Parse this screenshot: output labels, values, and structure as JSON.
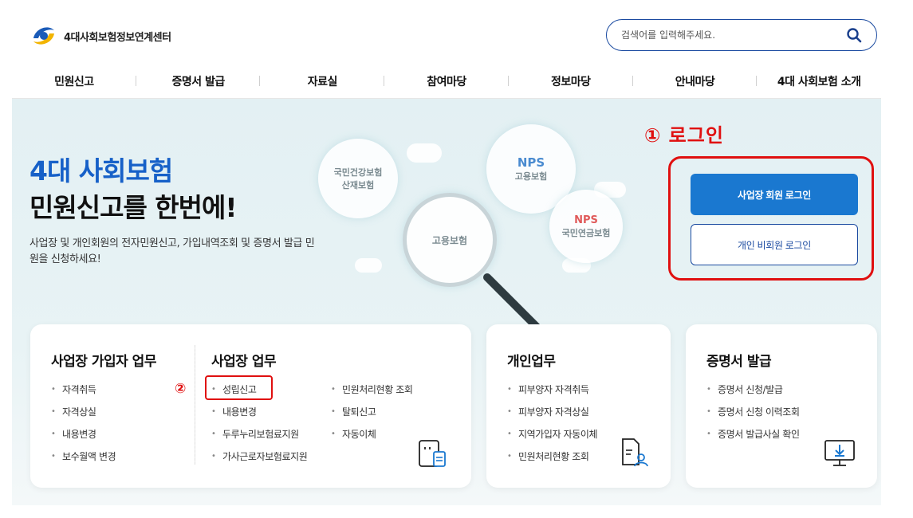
{
  "header": {
    "logo_text": "4대사회보험정보연계센터",
    "search_placeholder": "검색어를 입력해주세요."
  },
  "nav": {
    "items": [
      "민원신고",
      "증명서 발급",
      "자료실",
      "참여마당",
      "정보마당",
      "안내마당",
      "4대 사회보험 소개"
    ]
  },
  "hero": {
    "title_1": "4대 사회보험",
    "title_2": "민원신고를 한번에!",
    "description": "사업장 및 개인회원의 전자민원신고, 가입내역조회 및 증명서 발급 민원을 신청하세요!",
    "bubbles": [
      "국민건강보험",
      "산재보험",
      "NPS",
      "고용보험",
      "고용보험",
      "NPS",
      "국민연금보험"
    ]
  },
  "login": {
    "annotation": "① 로그인",
    "biz_login_label": "사업장 회원 로그인",
    "personal_login_label": "개인 비회원 로그인"
  },
  "cards": {
    "subscriber": {
      "title": "사업장 가입자 업무",
      "items": [
        "자격취득",
        "자격상실",
        "내용변경",
        "보수월액 변경"
      ]
    },
    "business": {
      "title": "사업장 업무",
      "annotation": "②",
      "items_left": [
        "성립신고",
        "내용변경",
        "두루누리보험료지원",
        "가사근로자보험료지원"
      ],
      "items_right": [
        "민원처리현황 조회",
        "탈퇴신고",
        "자동이체"
      ]
    },
    "personal": {
      "title": "개인업무",
      "items": [
        "피부양자 자격취득",
        "피부양자 자격상실",
        "지역가입자 자동이체",
        "민원처리현황 조회"
      ]
    },
    "certificate": {
      "title": "증명서 발급",
      "items": [
        "증명서 신청/발급",
        "증명서 신청 이력조회",
        "증명서 발급사실 확인"
      ]
    }
  },
  "colors": {
    "brand_blue": "#1a78d0",
    "title_blue": "#1660c8",
    "annotation_red": "#e01010"
  }
}
